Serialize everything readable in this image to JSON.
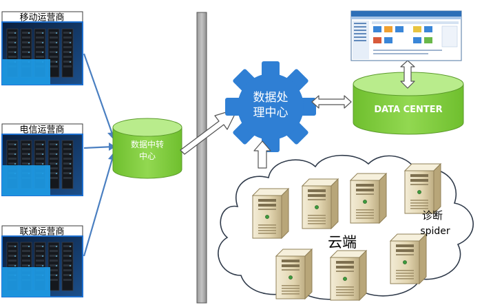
{
  "carriers": [
    {
      "name": "移动运营商"
    },
    {
      "name": "电信运营商"
    },
    {
      "name": "联通运营商"
    }
  ],
  "data_hub": {
    "line1": "数据中转",
    "line2": "中心"
  },
  "processing_center": {
    "line1": "数据处",
    "line2": "理中心"
  },
  "data_center": {
    "label": "DATA CENTER"
  },
  "cloud": {
    "label": "云端"
  },
  "diagnosis": {
    "line1": "诊断",
    "line2": "spider"
  },
  "colors": {
    "cylinder_green": "#8cd24a",
    "cylinder_top": "#b9ec8c",
    "gear_blue": "#2f7fd4",
    "connector_blue": "#4a7fc1",
    "server_blue": "#1c6fd0"
  }
}
